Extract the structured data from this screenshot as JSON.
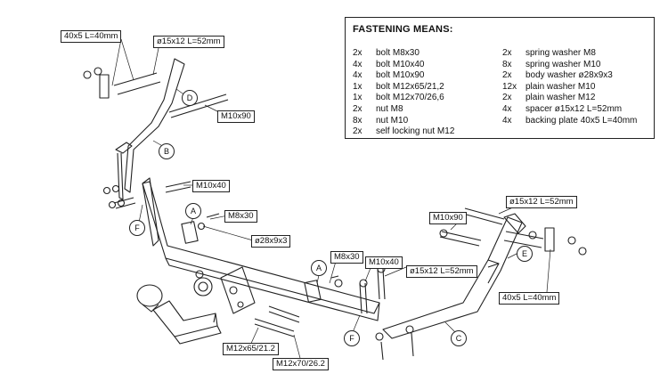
{
  "legend": {
    "title": "FASTENING MEANS:",
    "left": [
      {
        "qty": "2x",
        "item": "bolt M8x30"
      },
      {
        "qty": "4x",
        "item": "bolt M10x40"
      },
      {
        "qty": "4x",
        "item": "bolt M10x90"
      },
      {
        "qty": "1x",
        "item": "bolt M12x65/21,2"
      },
      {
        "qty": "1x",
        "item": "bolt M12x70/26,6"
      },
      {
        "qty": "2x",
        "item": "nut M8"
      },
      {
        "qty": "8x",
        "item": "nut M10"
      },
      {
        "qty": "2x",
        "item": "self locking nut M12"
      }
    ],
    "right": [
      {
        "qty": "2x",
        "item": "spring washer M8"
      },
      {
        "qty": "8x",
        "item": "spring washer M10"
      },
      {
        "qty": "2x",
        "item": "body washer ø28x9x3"
      },
      {
        "qty": "12x",
        "item": "plain washer M10"
      },
      {
        "qty": "2x",
        "item": "plain washer M12"
      },
      {
        "qty": "4x",
        "item": "spacer ø15x12 L=52mm"
      },
      {
        "qty": "4x",
        "item": "backing plate 40x5 L=40mm"
      }
    ]
  },
  "labels": {
    "plate_left": "40x5 L=40mm",
    "spacer_left": "ø15x12 L=52mm",
    "bolt_m10x90_left": "M10x90",
    "bolt_m10x40_left": "M10x40",
    "bolt_m8x30_left": "M8x30",
    "washer_body": "ø28x9x3",
    "bolt_m8x30_right": "M8x30",
    "bolt_m10x40_right": "M10x40",
    "spacer_mid": "ø15x12 L=52mm",
    "bolt_m10x90_right": "M10x90",
    "spacer_right": "ø15x12 L=52mm",
    "plate_right": "40x5 L=40mm",
    "bolt_m12x65": "M12x65/21.2",
    "bolt_m12x70": "M12x70/26.2"
  },
  "callouts": {
    "a1": "A",
    "a2": "A",
    "b": "B",
    "c": "C",
    "d": "D",
    "e": "E",
    "f1": "F",
    "f2": "F"
  }
}
